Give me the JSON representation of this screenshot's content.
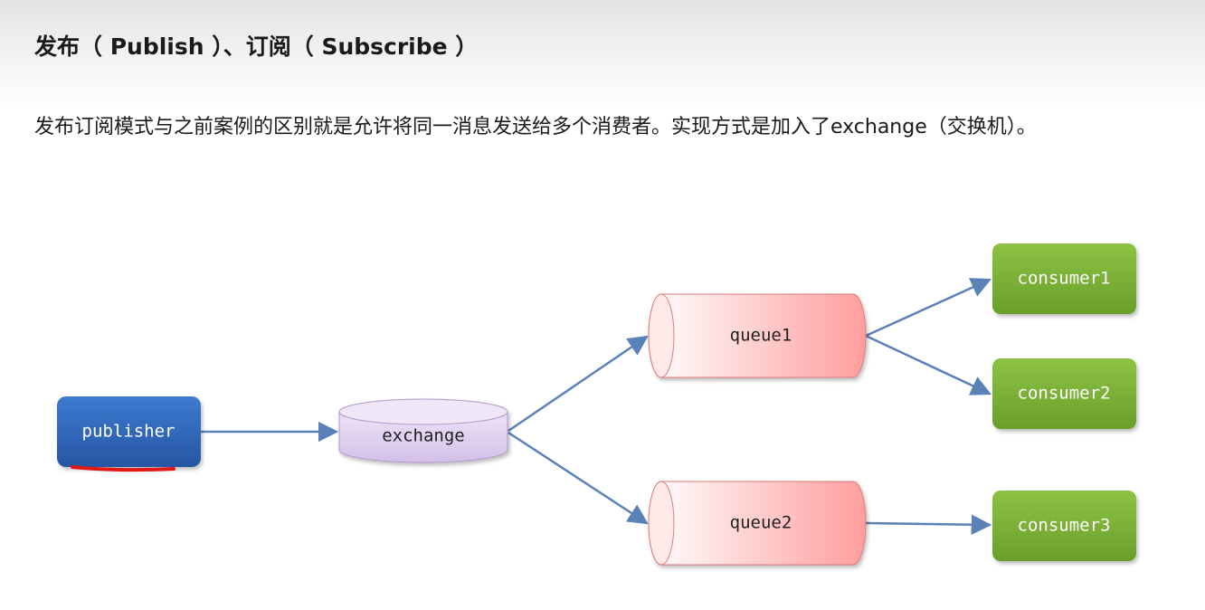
{
  "header": {
    "title": "发布（ Publish ）、订阅（ Subscribe ）"
  },
  "description": "发布订阅模式与之前案例的区别就是允许将同一消息发送给多个消费者。实现方式是加入了exchange（交换机）。",
  "diagram": {
    "publisher": "publisher",
    "exchange": "exchange",
    "queues": [
      "queue1",
      "queue2"
    ],
    "consumers": [
      "consumer1",
      "consumer2",
      "consumer3"
    ]
  },
  "colors": {
    "publisher": "#2f68b8",
    "exchange": "#e2d3f0",
    "queue": "#ffb0b0",
    "consumer": "#7fb339",
    "arrow": "#5a82b8",
    "underline": "#e01818"
  }
}
